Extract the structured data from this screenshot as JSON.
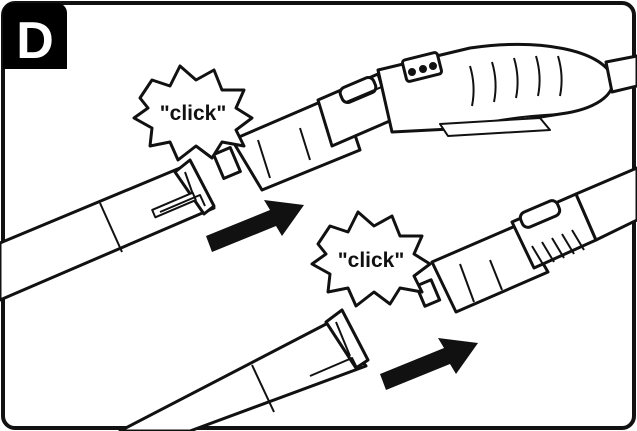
{
  "step": {
    "letter": "D"
  },
  "callouts": [
    {
      "text": "\"click\""
    },
    {
      "text": "\"click\""
    }
  ],
  "colors": {
    "ink": "#111111",
    "paper": "#ffffff",
    "badge": "#000000"
  },
  "icons": [
    "handle-icon",
    "tube-icon",
    "arrow-icon",
    "burst-icon"
  ]
}
